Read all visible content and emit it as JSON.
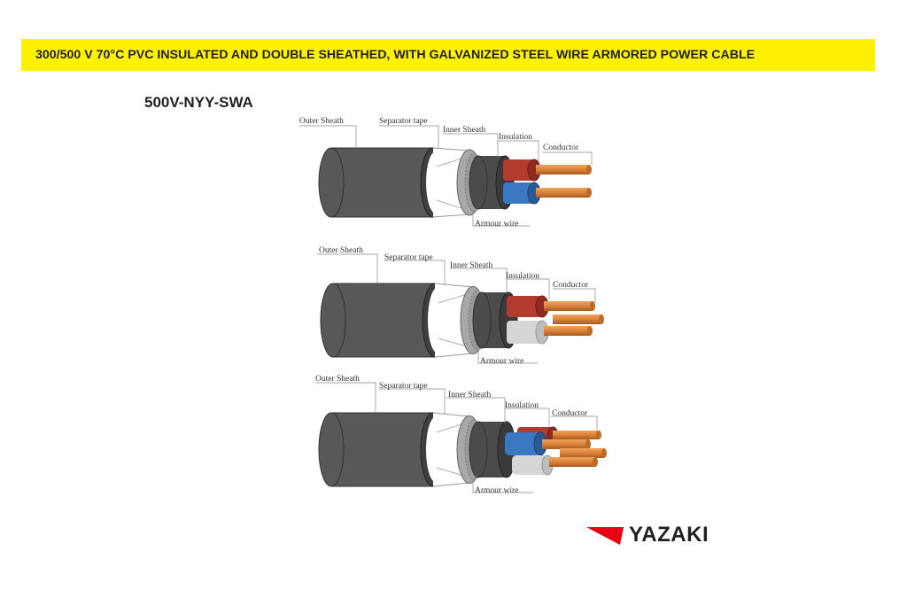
{
  "header": {
    "banner_title": "300/500 V 70°C PVC INSULATED AND DOUBLE SHEATHED, WITH GALVANIZED STEEL WIRE ARMORED POWER CABLE",
    "banner_color": "#fff200"
  },
  "product": {
    "model": "500V-NYY-SWA"
  },
  "diagrams": [
    {
      "cores": 2,
      "core_colors": [
        "#b23a2e",
        "#3b78c3"
      ],
      "labels": {
        "outer_sheath": "Outer Sheath",
        "separator_tape": "Separator tape",
        "inner_sheath": "Inner Sheath",
        "insulation": "Insulation",
        "conductor": "Conductor",
        "armour_wire": "Armour wire"
      }
    },
    {
      "cores": 3,
      "core_colors": [
        "#b23a2e",
        "#d6d6d6"
      ],
      "labels": {
        "outer_sheath": "Outer Sheath",
        "separator_tape": "Separator tape",
        "inner_sheath": "Inner Sheath",
        "insulation": "Insulation",
        "conductor": "Conductor",
        "armour_wire": "Armour wire"
      }
    },
    {
      "cores": 4,
      "core_colors": [
        "#b23a2e",
        "#3b78c3",
        "#d6d6d6"
      ],
      "labels": {
        "outer_sheath": "Outer Sheath",
        "separator_tape": "Separator tape",
        "inner_sheath": "Inner Sheath",
        "insulation": "Insulation",
        "conductor": "Conductor",
        "armour_wire": "Armour wire"
      }
    }
  ],
  "colors": {
    "outer_sheath": "#58585a",
    "conductor": "#d9823a",
    "logo_red": "#e60012"
  },
  "logo": {
    "brand": "YAZAKI"
  }
}
